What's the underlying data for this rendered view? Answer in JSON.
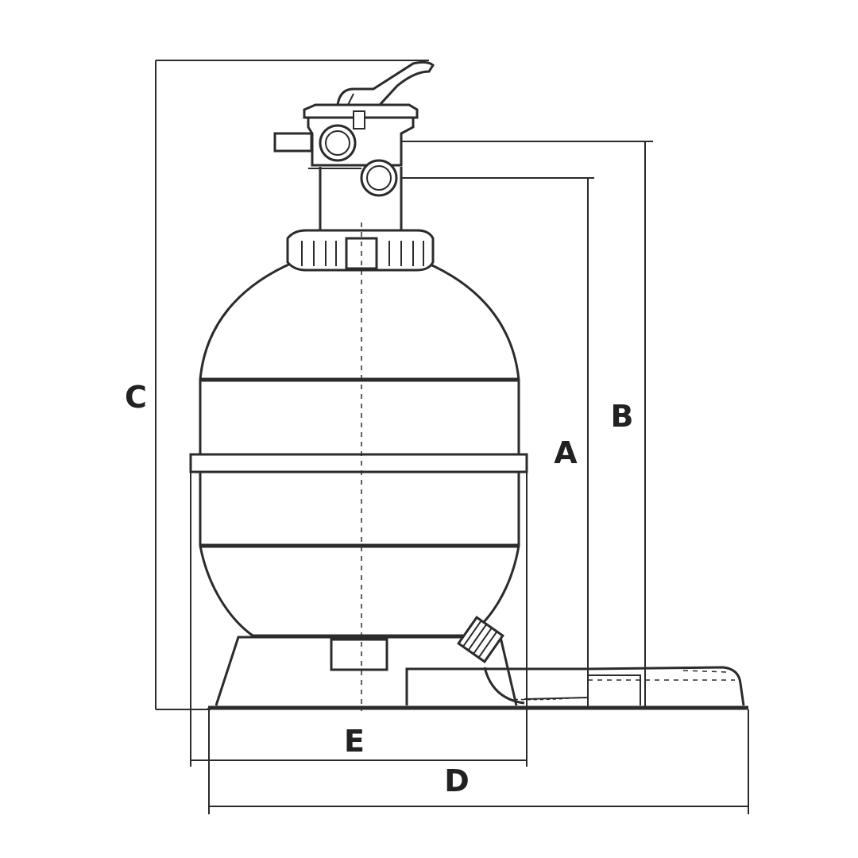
{
  "diagram": {
    "labels": {
      "a": "A",
      "b": "B",
      "c": "C",
      "d": "D",
      "e": "E"
    },
    "colors": {
      "line": "#2b2b2b",
      "label": "#222222",
      "background": "#ffffff"
    }
  }
}
